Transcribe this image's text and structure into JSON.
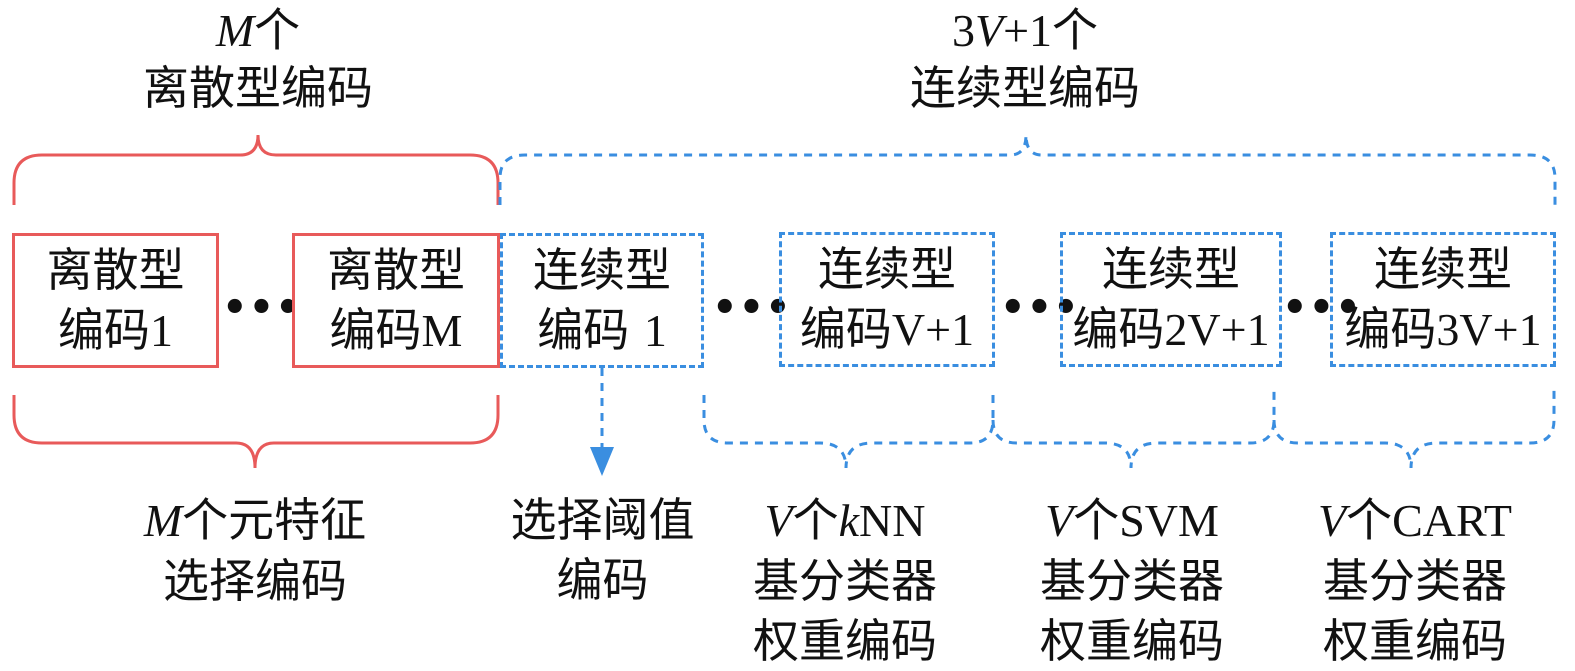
{
  "colors": {
    "discrete": "#e85a5a",
    "continuous": "#3a8ee0",
    "text": "#111111"
  },
  "top_labels": {
    "discrete_count": {
      "var": "M",
      "suffix": "个"
    },
    "discrete_title": "离散型编码",
    "continuous_count": {
      "prefix": "3",
      "var": "V",
      "suffix": "+1个"
    },
    "continuous_title": "连续型编码"
  },
  "boxes": [
    {
      "type": "discrete",
      "line1": "离散型",
      "line2_text": "编码",
      "line2_var": "",
      "line2_num": "1"
    },
    {
      "type": "discrete",
      "line1": "离散型",
      "line2_text": "编码",
      "line2_var": "M",
      "line2_num": ""
    },
    {
      "type": "continuous",
      "line1": "连续型",
      "line2_text": "编码 ",
      "line2_var": "",
      "line2_num": "1"
    },
    {
      "type": "continuous",
      "line1": "连续型",
      "line2_text": "编码",
      "line2_pre": "",
      "line2_var": "V",
      "line2_num": "+1"
    },
    {
      "type": "continuous",
      "line1": "连续型",
      "line2_text": "编码",
      "line2_pre": "2",
      "line2_var": "V",
      "line2_num": "+1"
    },
    {
      "type": "continuous",
      "line1": "连续型",
      "line2_text": "编码",
      "line2_pre": "3",
      "line2_var": "V",
      "line2_num": "+1"
    }
  ],
  "ellipsis": "•••",
  "bottom_labels": {
    "meta_feature": {
      "var": "M",
      "line1_rest": "个元特征",
      "line2": "选择编码"
    },
    "threshold": {
      "line1": "选择阈值",
      "line2": "编码"
    },
    "knn": {
      "var": "V",
      "mid": "个",
      "var2": "k",
      "name": "NN",
      "line2": "基分类器",
      "line3": "权重编码"
    },
    "svm": {
      "var": "V",
      "mid": "个",
      "name": "SVM",
      "line2": "基分类器",
      "line3": "权重编码"
    },
    "cart": {
      "var": "V",
      "mid": "个",
      "name": "CART",
      "line2": "基分类器",
      "line3": "权重编码"
    }
  }
}
